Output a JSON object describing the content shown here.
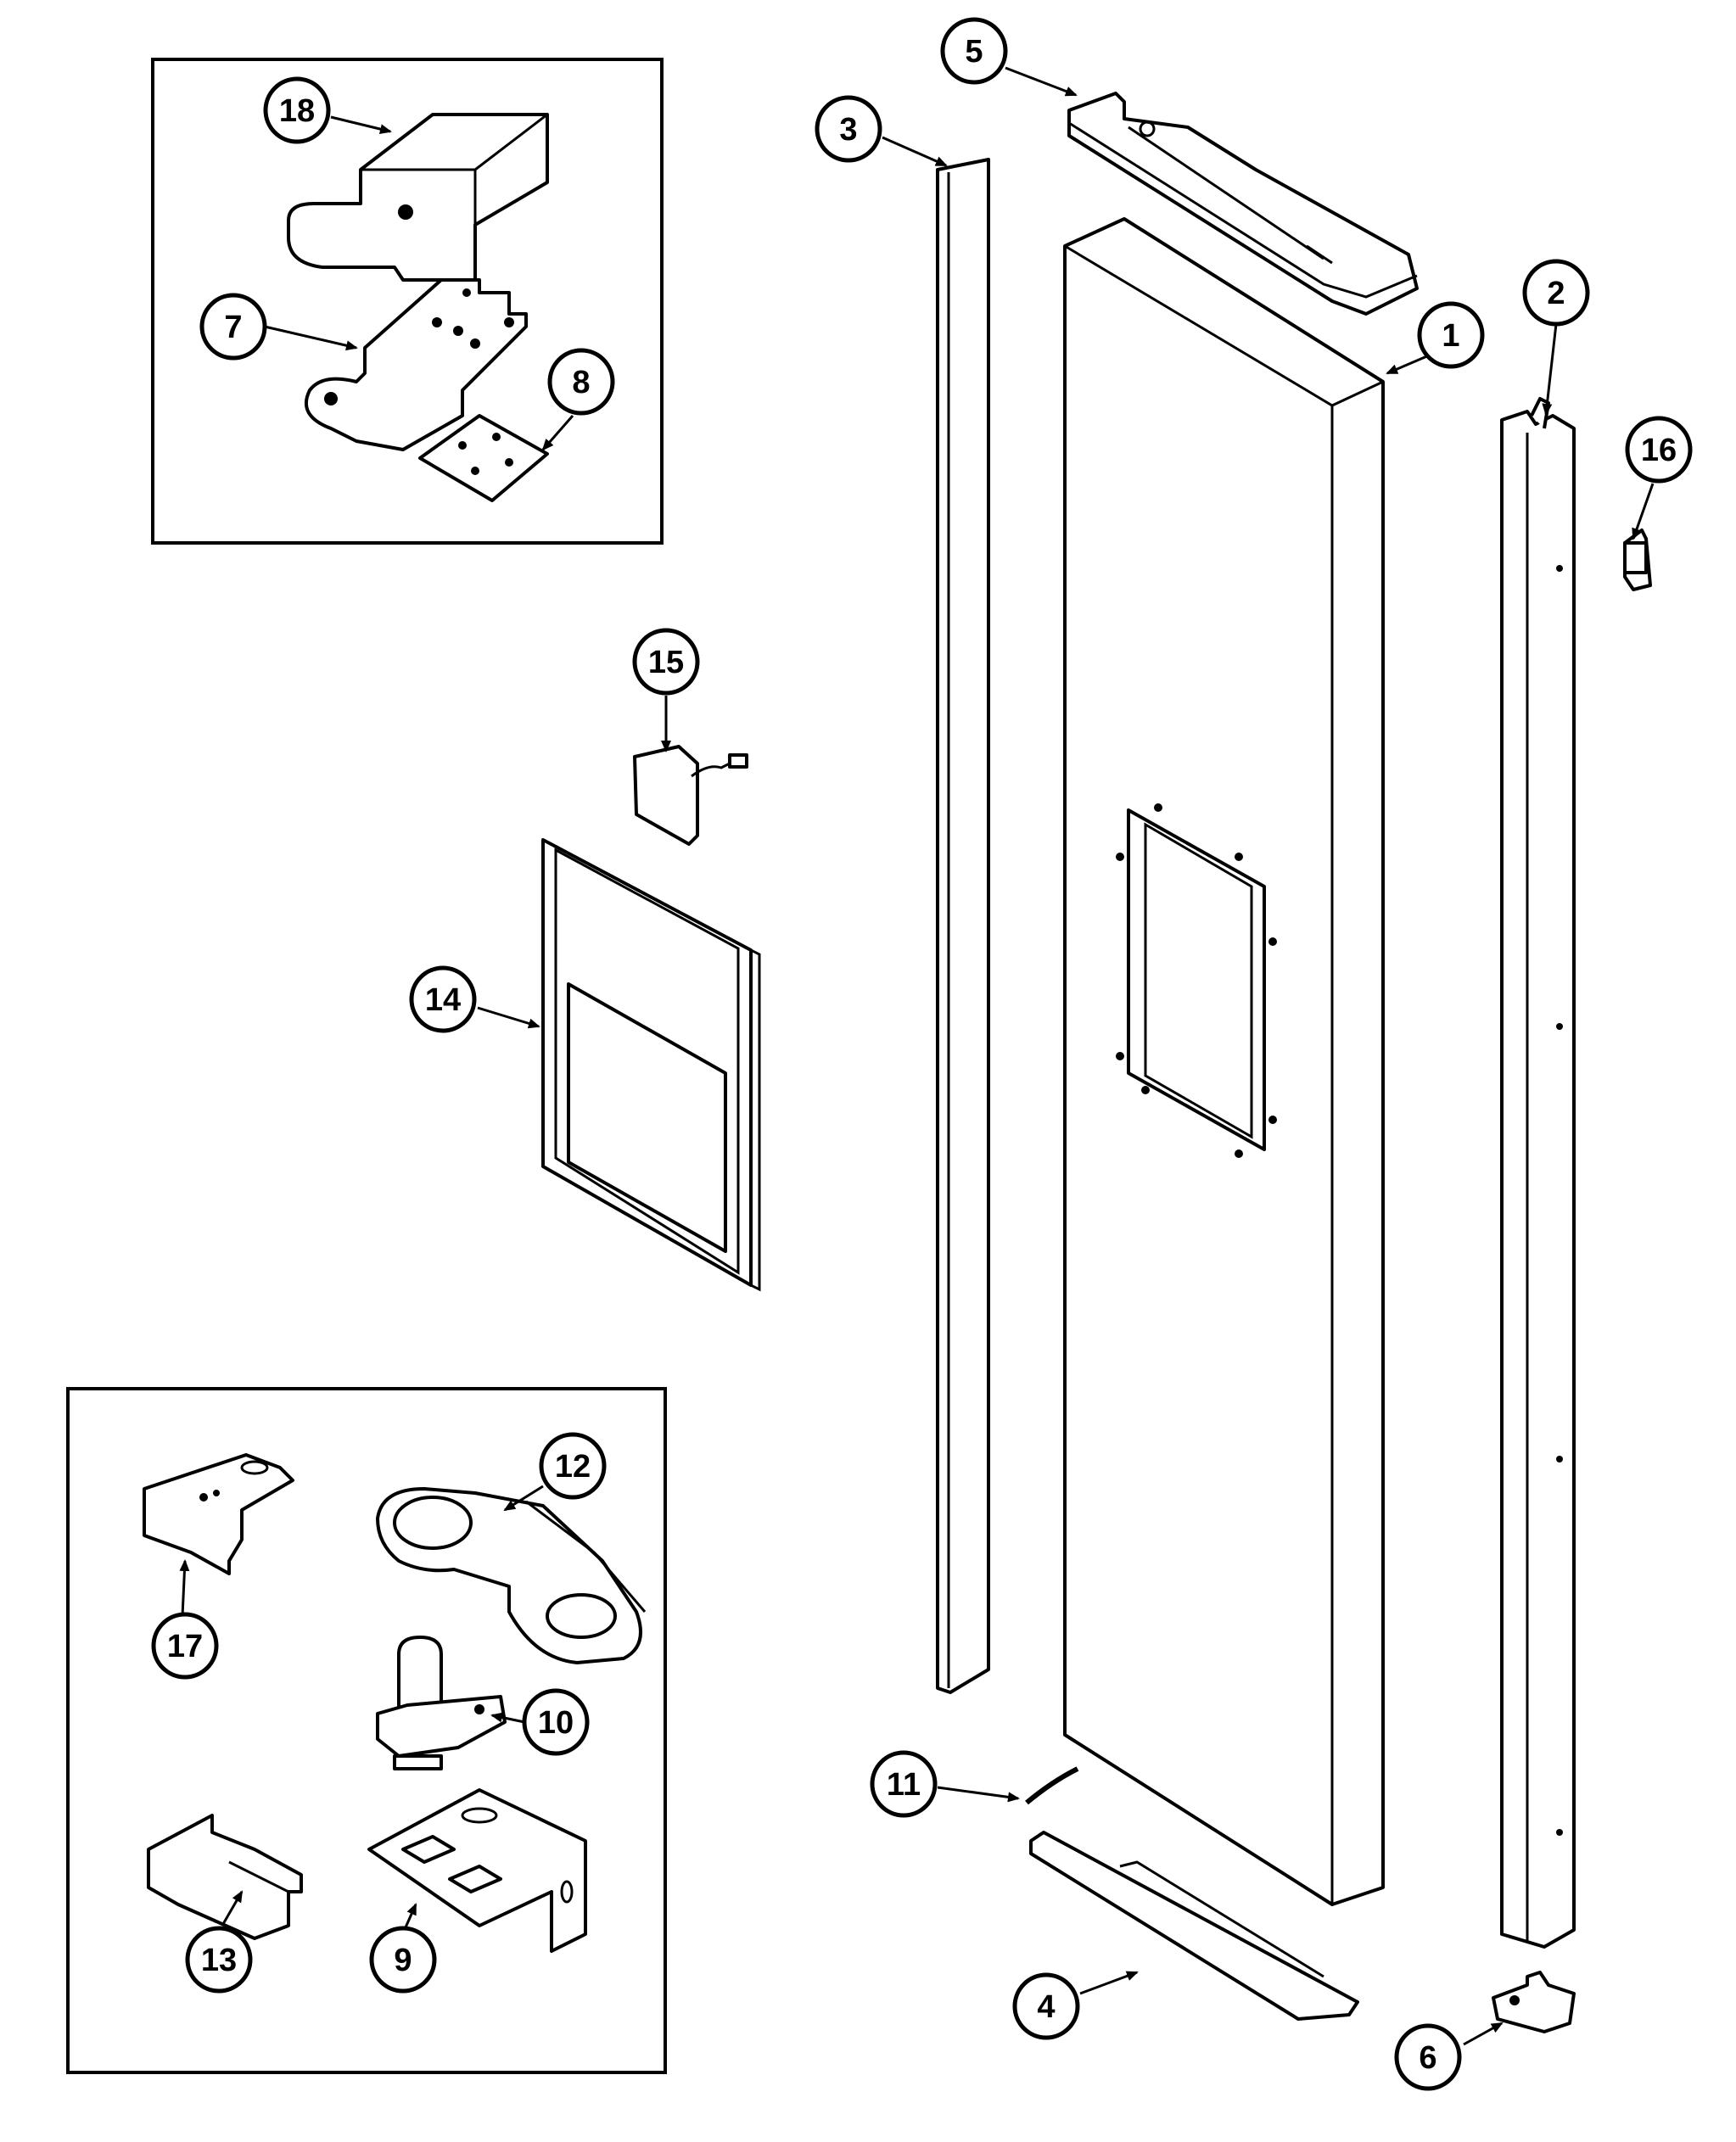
{
  "diagram": {
    "callouts": [
      {
        "id": "1",
        "label": "1"
      },
      {
        "id": "2",
        "label": "2"
      },
      {
        "id": "3",
        "label": "3"
      },
      {
        "id": "4",
        "label": "4"
      },
      {
        "id": "5",
        "label": "5"
      },
      {
        "id": "6",
        "label": "6"
      },
      {
        "id": "7",
        "label": "7"
      },
      {
        "id": "8",
        "label": "8"
      },
      {
        "id": "9",
        "label": "9"
      },
      {
        "id": "10",
        "label": "10"
      },
      {
        "id": "11",
        "label": "11"
      },
      {
        "id": "12",
        "label": "12"
      },
      {
        "id": "13",
        "label": "13"
      },
      {
        "id": "14",
        "label": "14"
      },
      {
        "id": "15",
        "label": "15"
      },
      {
        "id": "16",
        "label": "16"
      },
      {
        "id": "17",
        "label": "17"
      },
      {
        "id": "18",
        "label": "18"
      }
    ],
    "colors": {
      "ink": "#000000",
      "paper": "#ffffff"
    }
  }
}
